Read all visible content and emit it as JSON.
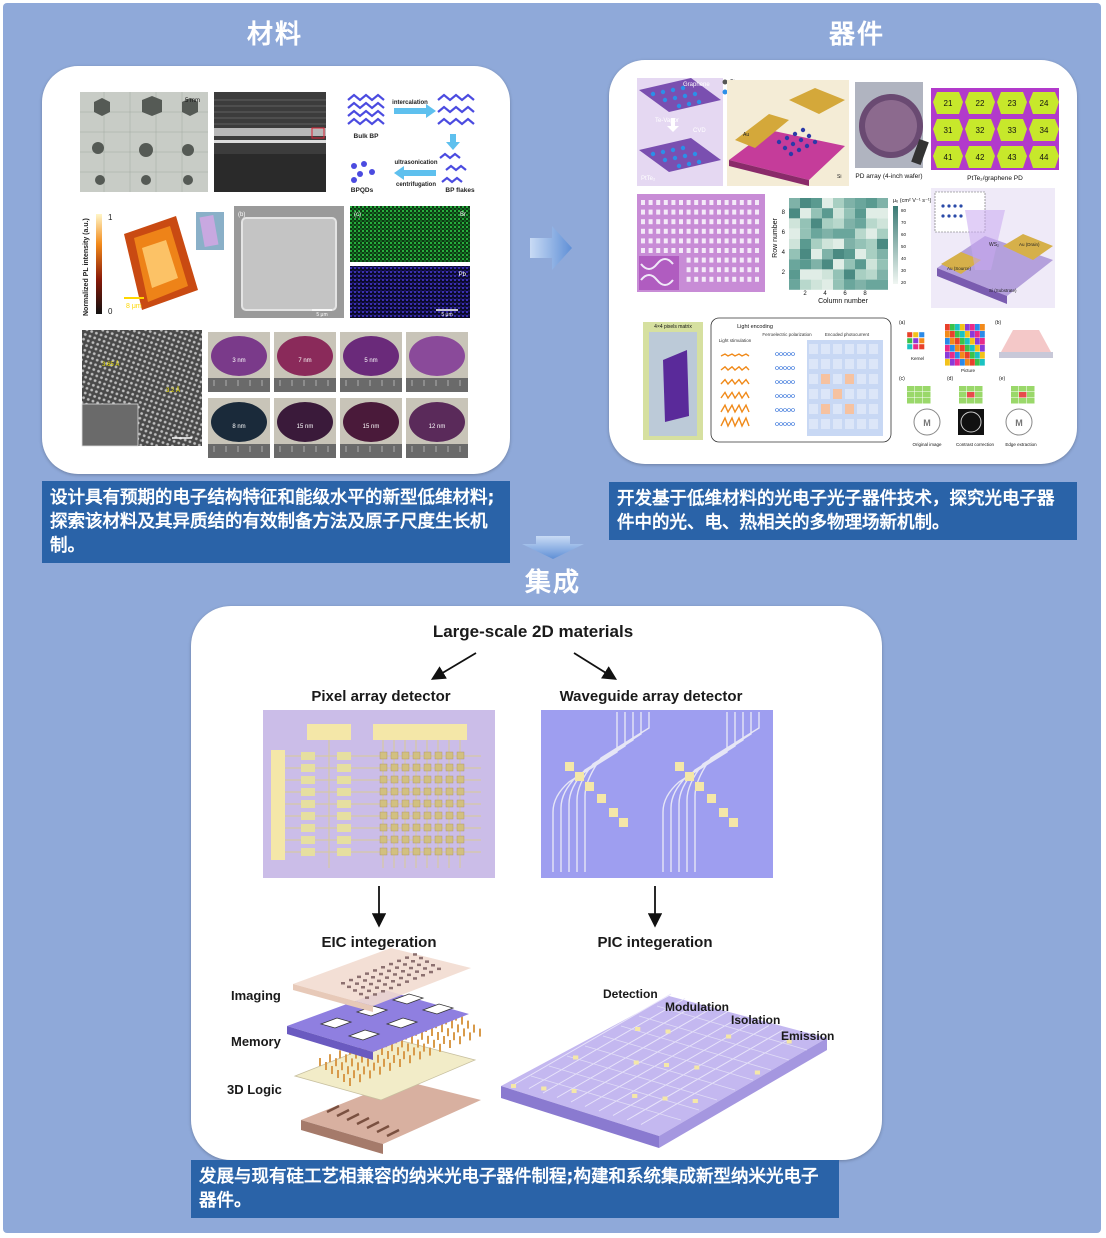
{
  "sections": {
    "materials": {
      "title": "材料",
      "caption": "设计具有预期的电子结构特征和能级水平的新型低维材料;探索该材料及其异质结的有效制备方法及原子尺度生长机制。",
      "labels": {
        "scale_5mm": "5 mm",
        "bulk_bp": "Bulk BP",
        "intercalation": "intercalation",
        "ultrasonication": "ultrasonication",
        "centrifugation": "centrifugation",
        "bpqds": "BPQDs",
        "bp_flakes": "BP flakes",
        "pl_axis": "Normalized PL intensity (a.u.)",
        "pl_max": "1",
        "pl_min": "0",
        "scale_8um": "8 μm",
        "panel_b": "(b)",
        "panel_c": "(c)",
        "br": "Br",
        "pb": "Pb",
        "scale_5um_a": "5 μm",
        "scale_5um_b": "5 μm",
        "d1": "3.65 Å",
        "d2": "3.2 Å",
        "thick": [
          "3 nm",
          "7 nm",
          "5 nm",
          "",
          "8 nm",
          "15 nm",
          "15 nm",
          "12 nm"
        ]
      },
      "colors": {
        "hot": "#f28a1a",
        "green": "#1ea83a",
        "purple": "#3a2fc0"
      }
    },
    "devices": {
      "title": "器件",
      "caption": "开发基于低维材料的光电子光子器件技术，探究光电子器件中的光、电、热相关的多物理场新机制。",
      "labels": {
        "graphene": "Graphene",
        "pt": "Pt",
        "te": "Te",
        "te_vapor": "Te-Vapor",
        "cvd": "CVD",
        "pttez": "PtTe₂",
        "au": "Au",
        "si": "Si",
        "pd_array": "PD array (4-inch wafer)",
        "pttez_pd": "PtTe₂/graphene PD",
        "grid": [
          "21",
          "22",
          "23",
          "24",
          "31",
          "32",
          "33",
          "34",
          "41",
          "42",
          "43",
          "44"
        ],
        "row_number": "Row number",
        "column_number": "Column number",
        "mu": "μₑ (cm² V⁻¹ s⁻¹)",
        "row_ticks": [
          "8",
          "6",
          "4",
          "2"
        ],
        "col_ticks": [
          "2",
          "4",
          "6",
          "8"
        ],
        "cb_ticks": [
          "80",
          "70",
          "60",
          "50",
          "40",
          "30",
          "20"
        ],
        "ws2": "WS₂",
        "au_drain": "Au (Drain)",
        "au_source": "Au (Source)",
        "si_sub": "Si (Substrate)",
        "pixel_matrix": "4×4 pixels matrix",
        "light_encoding": "Light encoding",
        "light_stim": "Light stimulation",
        "ferro": "Ferroelectric polarization",
        "encoded": "Encoded photocurrent",
        "kernel": "Kernel",
        "picture": "Picture",
        "pa": "(a)",
        "pb": "(b)",
        "pc": "(c)",
        "pd": "(d)",
        "pe": "(e)",
        "orig": "Original image",
        "contrast": "Contrast correction",
        "edge": "Edge extraction"
      },
      "colors": {
        "gold": "#c9a24a",
        "magenta": "#b23acb",
        "lime": "#c7e82b"
      }
    },
    "integration": {
      "title": "集成",
      "caption": "发展与现有硅工艺相兼容的纳米光电子器件制程;构建和系统集成新型纳米光电子器件。",
      "labels": {
        "large_scale": "Large-scale 2D materials",
        "pixel_detector": "Pixel array detector",
        "waveguide_detector": "Waveguide array detector",
        "eic": "EIC integeration",
        "pic": "PIC integeration",
        "imaging": "Imaging",
        "memory": "Memory",
        "logic": "3D Logic",
        "detection": "Detection",
        "modulation": "Modulation",
        "isolation": "Isolation",
        "emission": "Emission"
      },
      "colors": {
        "pixel_bg": "#cbbde8",
        "wave_bg": "#9e9ef0",
        "pad": "#f4e7a8"
      }
    }
  }
}
